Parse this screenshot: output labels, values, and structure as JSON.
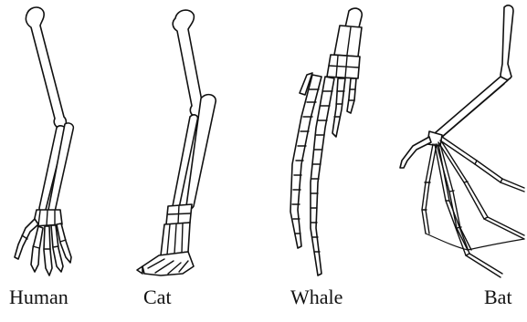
{
  "labels": {
    "human": "Human",
    "cat": "Cat",
    "whale": "Whale",
    "bat": "Bat"
  },
  "colors": {
    "line": "#111111",
    "background": "#ffffff"
  }
}
